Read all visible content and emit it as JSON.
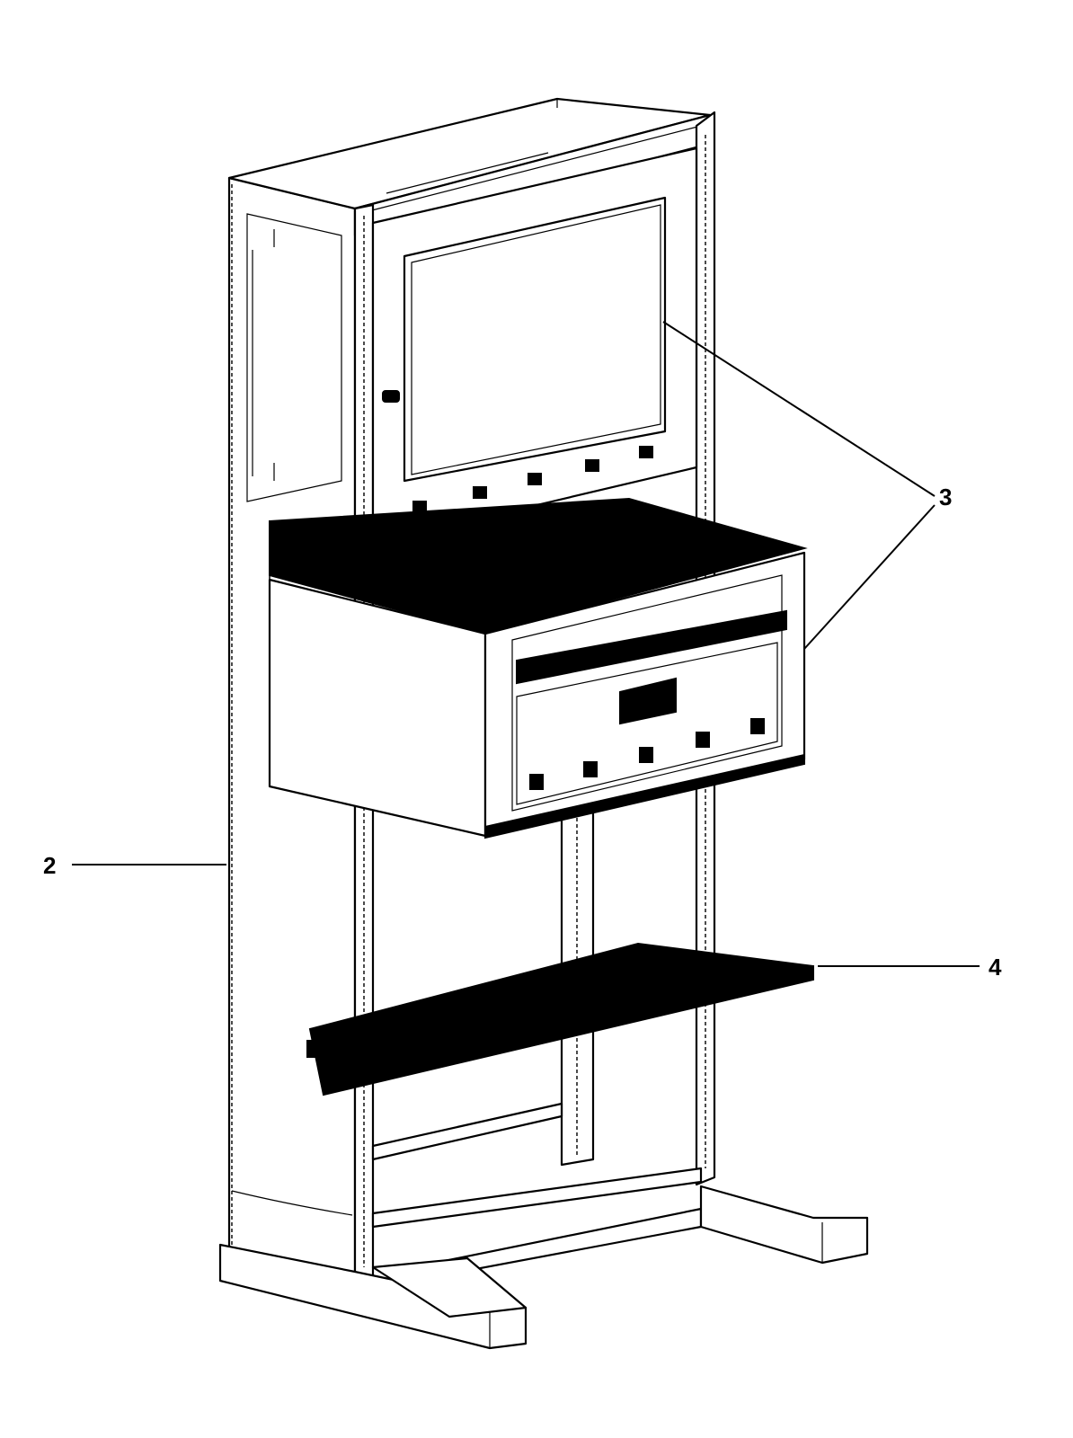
{
  "diagram": {
    "callouts": [
      {
        "id": "2",
        "label": "2"
      },
      {
        "id": "3",
        "label": "3"
      },
      {
        "id": "4",
        "label": "4"
      }
    ]
  }
}
